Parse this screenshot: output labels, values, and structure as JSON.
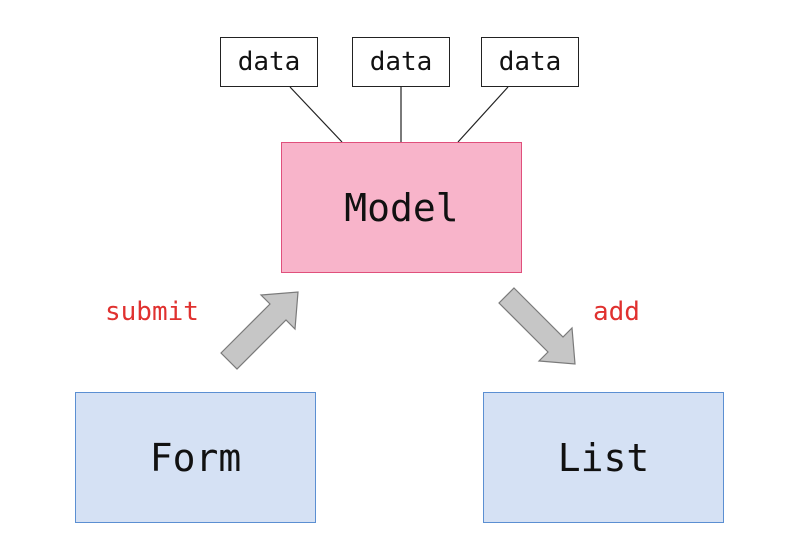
{
  "diagram": {
    "data_nodes": [
      {
        "label": "data"
      },
      {
        "label": "data"
      },
      {
        "label": "data"
      }
    ],
    "model": {
      "label": "Model"
    },
    "form": {
      "label": "Form"
    },
    "list": {
      "label": "List"
    },
    "edges": {
      "submit": {
        "label": "submit"
      },
      "add": {
        "label": "add"
      }
    }
  },
  "colors": {
    "model_fill": "#f8b4ca",
    "model_border": "#e0507c",
    "view_fill": "#d5e1f4",
    "view_border": "#5b8fd2",
    "edge_label": "#e0312f",
    "arrow_fill": "#c6c6c6",
    "arrow_stroke": "#7a7a7a"
  }
}
